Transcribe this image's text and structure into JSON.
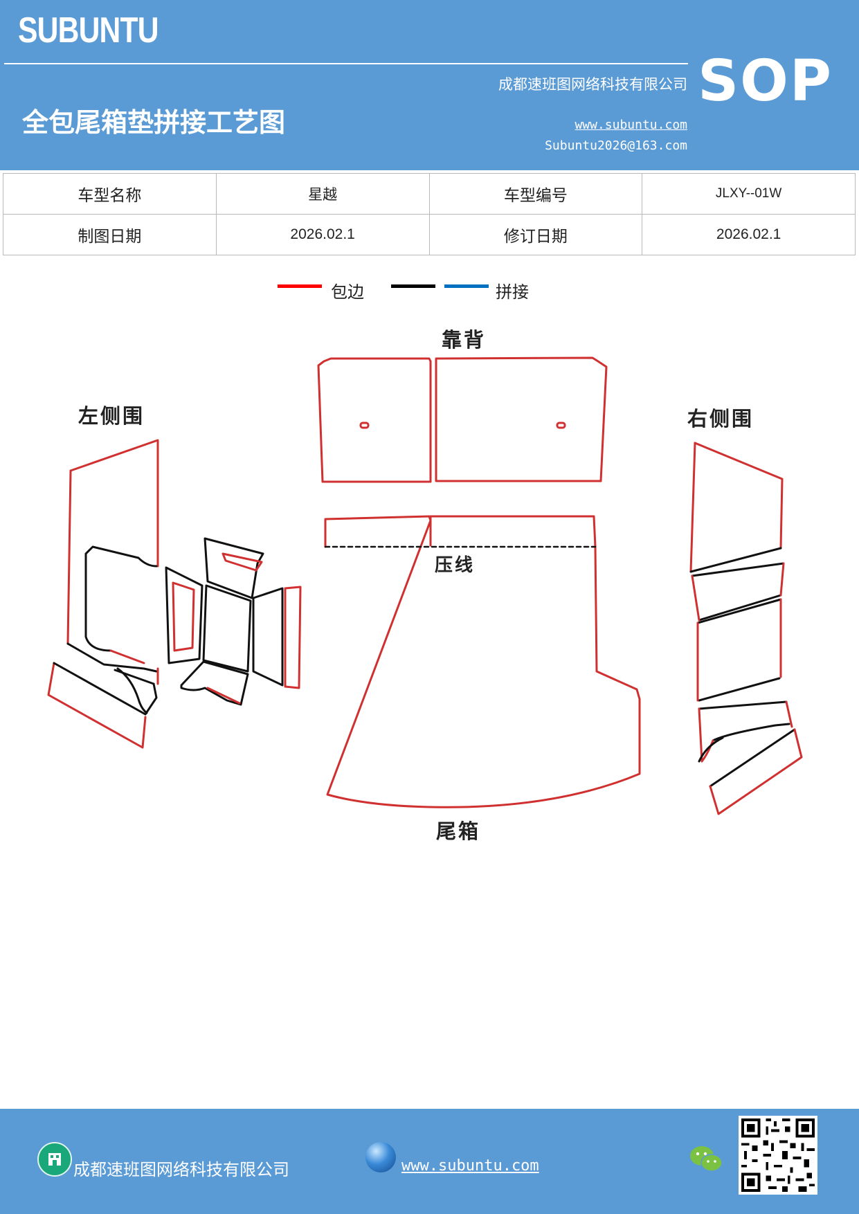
{
  "header": {
    "brand": "SUBUNTU",
    "company": "成都速班图网络科技有限公司",
    "title": "全包尾箱垫拼接工艺图",
    "website": "www.subuntu.com",
    "email": "Subuntu2026@163.com",
    "sop": "SOP"
  },
  "info_table": {
    "r1": {
      "k1": "车型名称",
      "v1": "星越",
      "k2": "车型编号",
      "v2": "JLXY--01W"
    },
    "r2": {
      "k1": "制图日期",
      "v1": "2026.02.1",
      "k2": "修订日期",
      "v2": "2026.02.1"
    }
  },
  "legend": {
    "edge_label": "包边",
    "splice_label": "拼接",
    "colors": {
      "edge": "#ff0000",
      "black": "#000000",
      "splice": "#0070c0"
    }
  },
  "parts": {
    "backrest": "靠背",
    "left_side": "左侧围",
    "right_side": "右侧围",
    "crease": "压线",
    "trunk": "尾箱"
  },
  "colors": {
    "header_bg": "#5b9bd5",
    "outline_red": "#d03030",
    "outline_black": "#111111"
  },
  "footer": {
    "company": "成都速班图网络科技有限公司",
    "website": "www.subuntu.com",
    "icons": [
      "building-icon",
      "globe-icon",
      "wechat-icon",
      "qr-code"
    ]
  }
}
